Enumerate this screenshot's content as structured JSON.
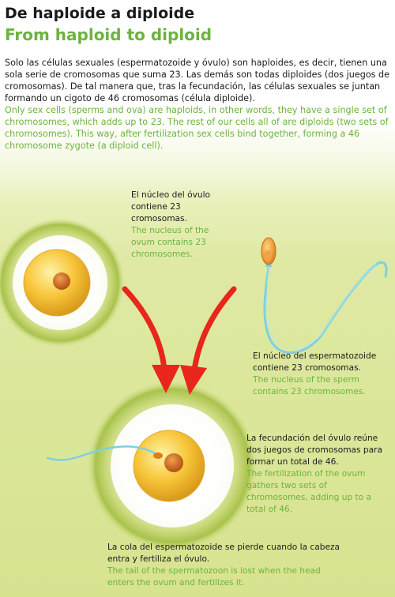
{
  "title": {
    "es": "De haploide a diploide",
    "en": "From haploid to diploid"
  },
  "intro": {
    "es": "Solo las células sexuales (espermatozoide y óvulo) son haploides, es decir, tienen una sola serie de cromosomas que suma 23. Las demás son todas diploides (dos juegos de cromosomas). De tal manera que, tras la fecundación, las células sexuales se juntan formando un cigoto de 46 cromosomas (célula diploide).",
    "en": "Only sex cells (sperms and ova) are haploids, in other words, they have a single set of chromosomes, which adds up to 23. The rest of our cells all of are diploids (two sets of chromosomes). This way, after fertilization sex cells bind together, forming a 46 chromosome zygote (a diploid cell)."
  },
  "labels": {
    "ovum_nucleus": {
      "es": "El núcleo del óvulo contiene 23 cromosomas.",
      "en": "The nucleus of the ovum contains 23 chromosomes."
    },
    "sperm_nucleus": {
      "es": "El núcleo del espermatozoide contiene 23 cromosomas.",
      "en": "The nucleus of the sperm contains 23 chromosomes."
    },
    "fertilization": {
      "es": "La fecundación del óvulo reúne dos juegos de cromosomas para formar un total de 46.",
      "en": "The fertilization of the ovum gathers two sets of chromosomes, adding up to a total of 46."
    },
    "tail_lost": {
      "es": "La cola del espermatozoide se pierde cuando la cabeza entra y fertiliza el óvulo.",
      "en": "The tail of the spermatozoon is lost when the head enters the ovum and fertilizes it."
    }
  },
  "colors": {
    "title_en": "#6cb33f",
    "arrow": "#e8261c",
    "sperm": "#7fd0e0",
    "ovum": "#f7c63a"
  }
}
